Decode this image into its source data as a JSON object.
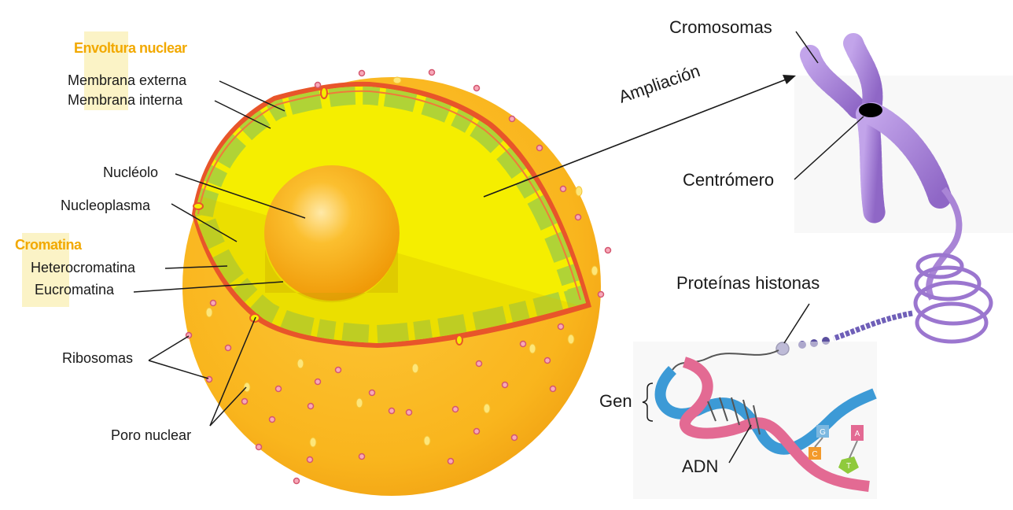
{
  "labels": {
    "envoltura_nuclear": "Envoltura nuclear",
    "membrana_externa": "Membrana externa",
    "membrana_interna": "Membrana interna",
    "nucleolo": "Nucléolo",
    "nucleoplasma": "Nucleoplasma",
    "cromatina": "Cromatina",
    "heterocromatina": "Heterocromatina",
    "eucromatina": "Eucromatina",
    "ribosomas": "Ribosomas",
    "poro_nuclear": "Poro nuclear",
    "cromosomas": "Cromosomas",
    "ampliacion": "Ampliación",
    "centromero": "Centrómero",
    "proteinas_histonas": "Proteínas histonas",
    "gen": "Gen",
    "adn": "ADN",
    "base_c": "C",
    "base_g": "G",
    "base_a": "A",
    "base_t": "T"
  },
  "colors": {
    "header_label": "#f2a900",
    "nucleus_outer": "#f9b31a",
    "nucleoplasm": "#f5ee00",
    "chromatin": "#a9cf3c",
    "envelope": "#e8552a",
    "nucleolus": "#f4a60e",
    "chromosome": "#a985d6",
    "dna_blue": "#3c9ad6",
    "dna_pink": "#e36a93"
  }
}
